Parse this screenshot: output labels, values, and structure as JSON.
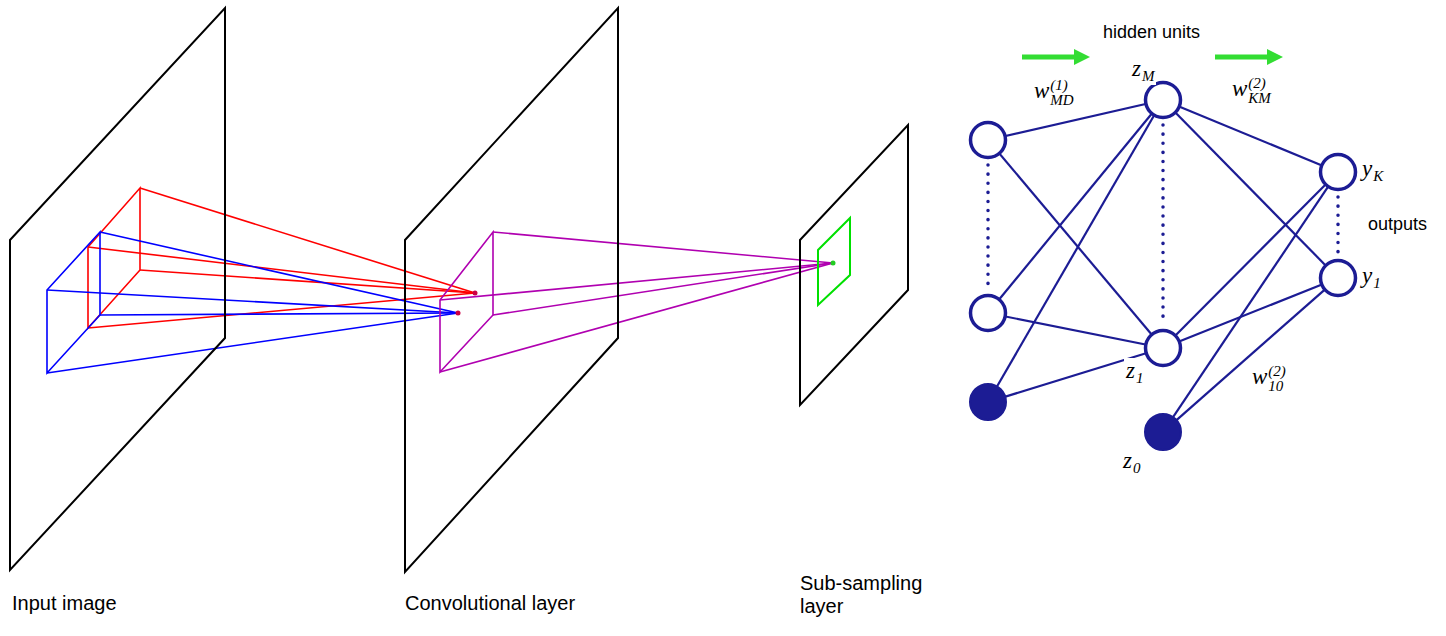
{
  "diagram": {
    "nodes": [
      {
        "text": [
          "Input image"
        ]
      },
      {
        "text": [
          "Convolutional layer"
        ]
      },
      {
        "text": [
          "Sub-sampling layer"
        ]
      },
      {
        "text": [
          "zM"
        ]
      },
      {
        "text": [
          "yK"
        ]
      },
      {
        "text": [
          "y1"
        ]
      },
      {
        "text": [
          "z1"
        ]
      },
      {
        "text": [
          "z0"
        ]
      }
    ],
    "edges": [
      {
        "from": 3,
        "to": 4,
        "arrow": "none"
      },
      {
        "from": 3,
        "to": 5,
        "arrow": "none"
      },
      {
        "from": 6,
        "to": 4,
        "arrow": "none"
      },
      {
        "from": 6,
        "to": 5,
        "arrow": "none"
      },
      {
        "from": 7,
        "to": 4,
        "arrow": "none"
      },
      {
        "from": 7,
        "to": 5,
        "arrow": "none"
      }
    ],
    "labels": [
      "hidden units",
      "w(1)MD",
      "w(2)KM",
      "outputs",
      "w(2)10"
    ]
  }
}
